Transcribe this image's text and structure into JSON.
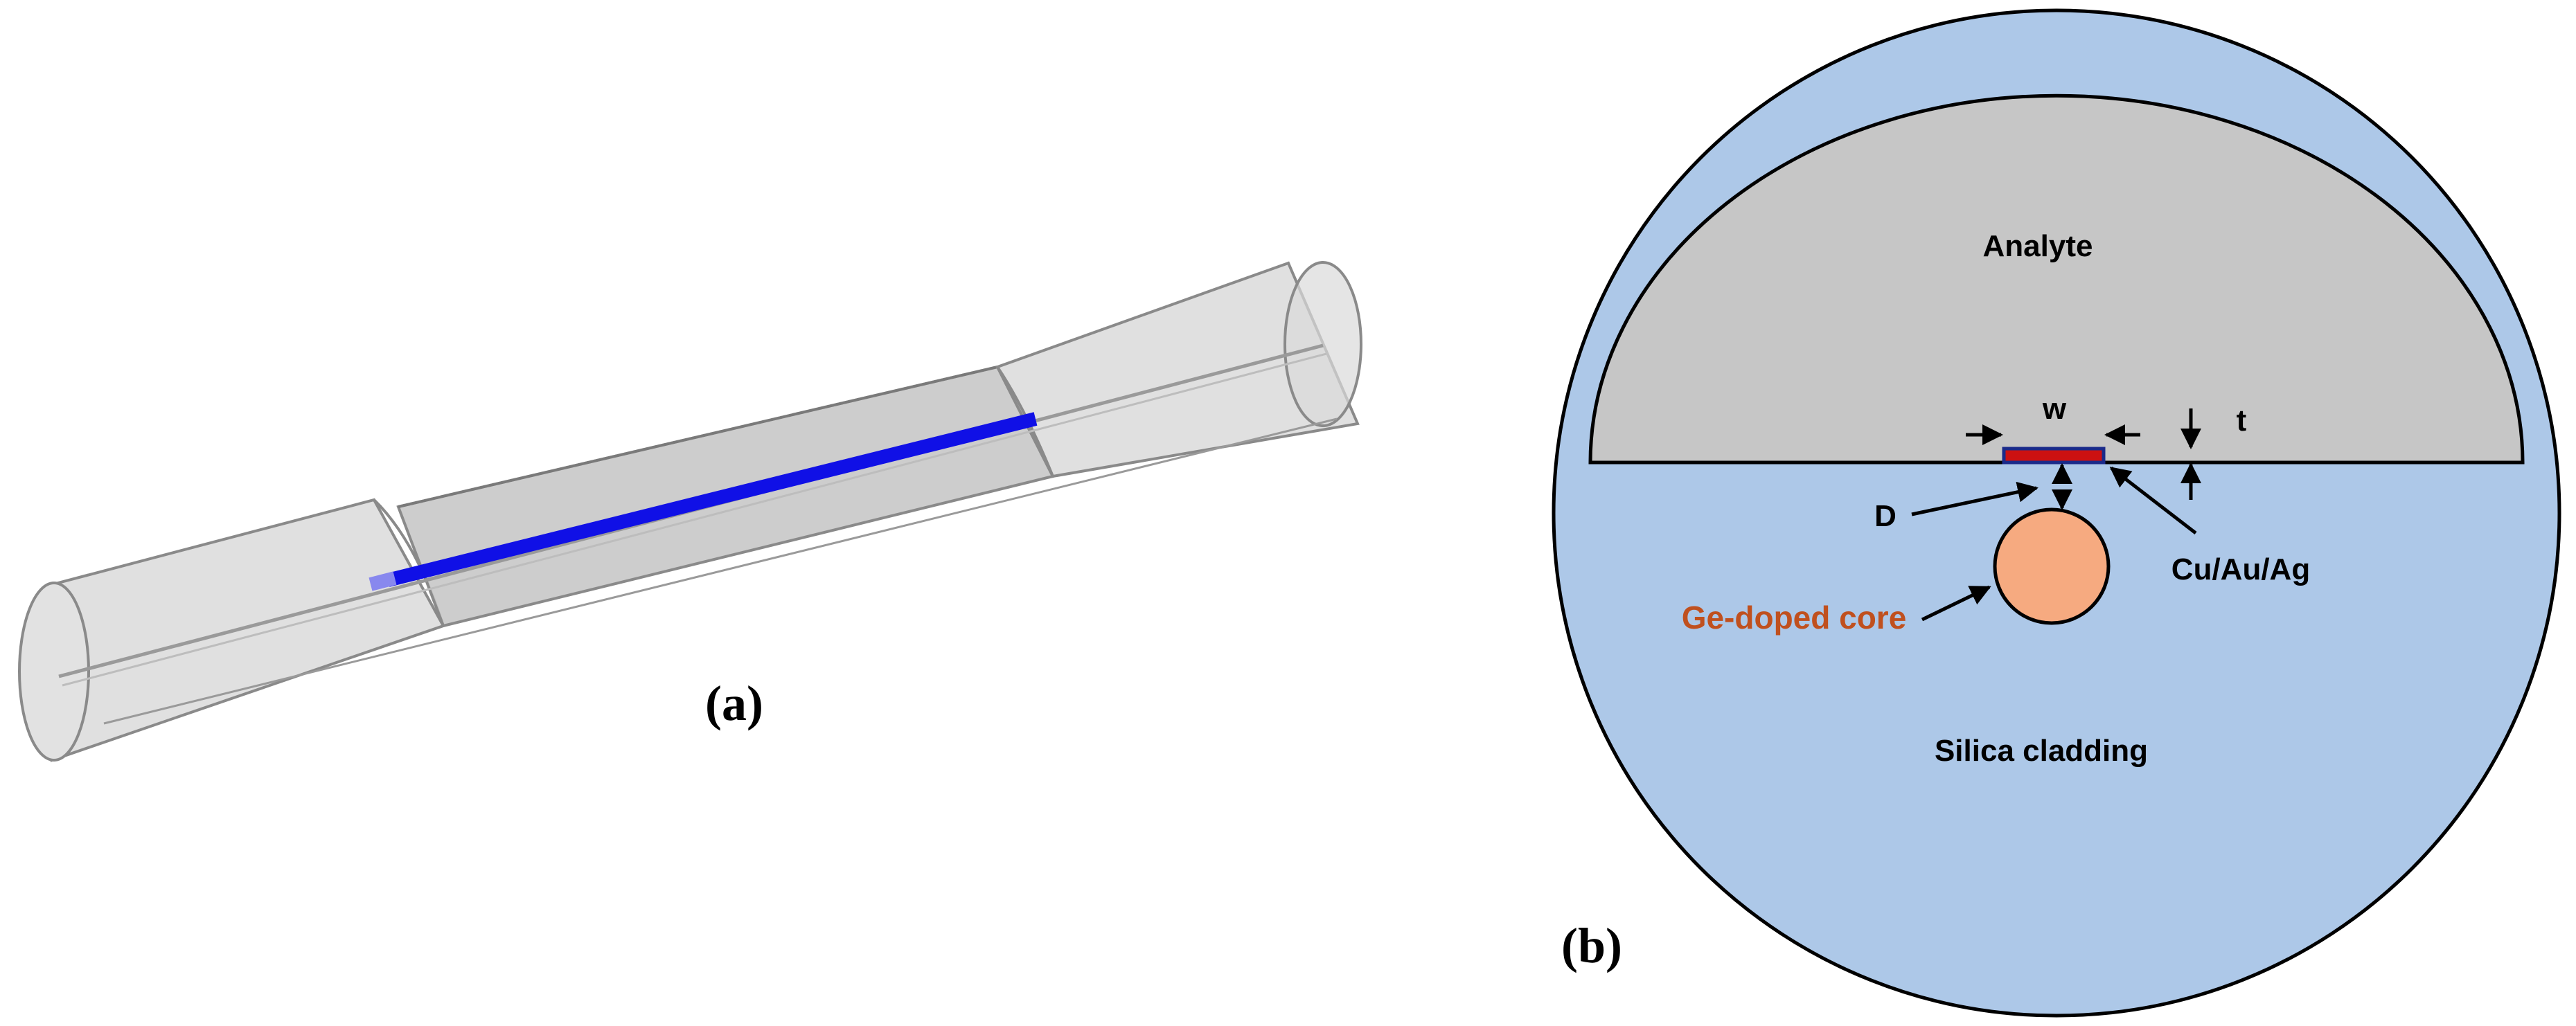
{
  "panel_a": {
    "label": "(a)",
    "colors": {
      "tube_fill": "#d6d6d6",
      "tube_stroke": "#8a8a8a",
      "channel": "#9a9a9a",
      "sensing_strip": "#1010e6"
    }
  },
  "panel_b": {
    "label": "(b)",
    "labels": {
      "analyte": "Analyte",
      "w": "w",
      "t": "t",
      "D": "D",
      "metal": "Cu/Au/Ag",
      "core": "Ge-doped core",
      "cladding": "Silica cladding"
    },
    "colors": {
      "cladding": "#adc8e8",
      "analyte": "#c6c6c6",
      "metal_layer": "#cc1111",
      "metal_border": "#1a2a8a",
      "core": "#f6aa80",
      "core_label": "#c0501e",
      "outline": "#000000"
    }
  }
}
